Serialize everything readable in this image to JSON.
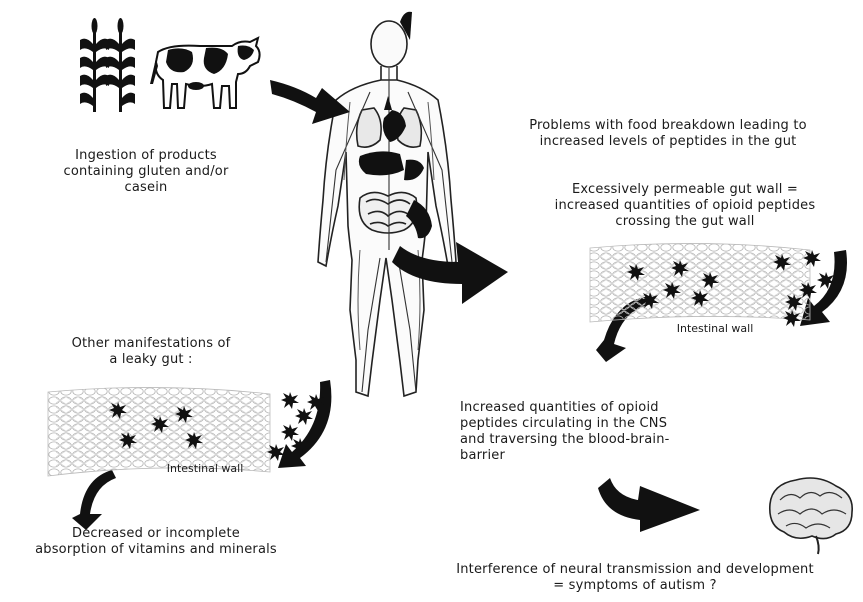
{
  "labels": {
    "ingestion": "Ingestion of products\ncontaining gluten and/or\ncasein",
    "breakdown": "Problems with food breakdown leading to\nincreased levels of peptides in the gut",
    "permeable": "Excessively permeable gut wall =\nincreased quantities of opioid peptides\ncrossing the gut wall",
    "intestinal_wall_right": "Intestinal wall",
    "other_manifestations": "Other manifestations of\na leaky gut :",
    "intestinal_wall_left": "Intestinal wall",
    "cns": "Increased quantities of opioid\npeptides circulating in the CNS\nand traversing the blood-brain-\nbarrier",
    "absorption": "Decreased  or incomplete\nabsorption of vitamins and minerals",
    "interference": "Interference of neural transmission and development\n= symptoms of autism ?"
  },
  "icons": [
    "wheat-icon",
    "cow-icon",
    "human-body-icon",
    "brain-icon",
    "peptide-icon",
    "arrow-icon"
  ],
  "colors": {
    "ink": "#1a1a1a",
    "wall": "#c8c8c8"
  }
}
